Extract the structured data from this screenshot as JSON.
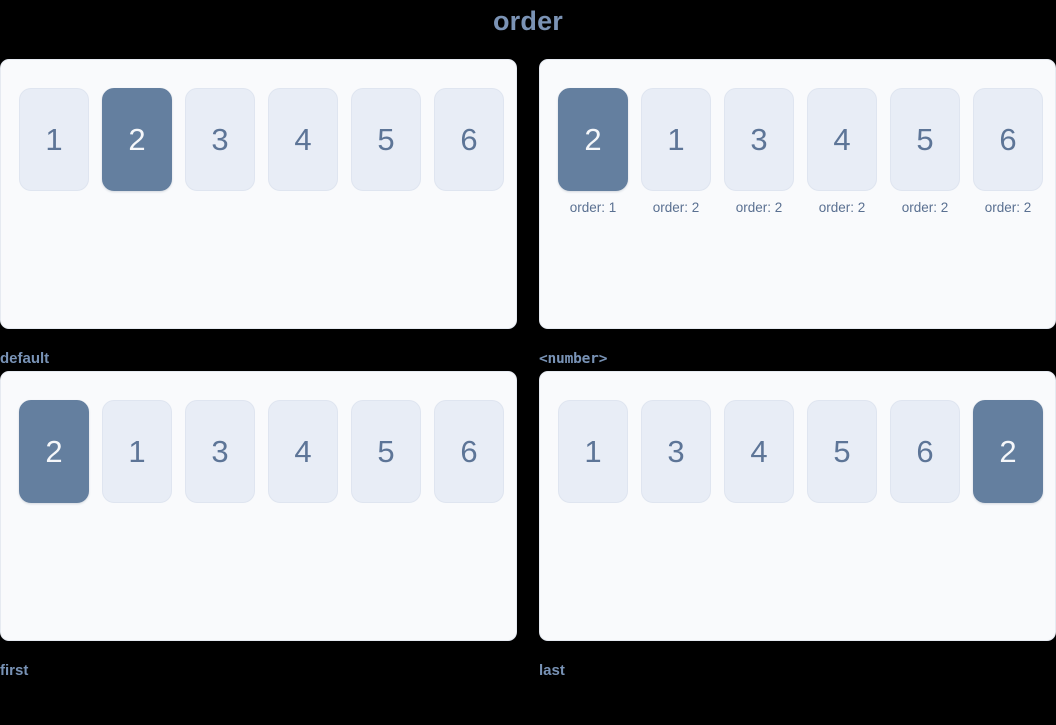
{
  "page": {
    "title": "order",
    "background_color": "#000000",
    "title_color": "#7b93b5"
  },
  "theme": {
    "panel_bg": "#f9fafc",
    "panel_border": "#e6eaf1",
    "box_bg": "#e8edf6",
    "box_border": "#dfe5f0",
    "box_text": "#5d7597",
    "highlight_bg": "#647f9f",
    "highlight_text": "#f5f7fa",
    "caption_color": "#5a7091",
    "label_color": "#7892b5"
  },
  "demos": [
    {
      "label": "default",
      "label_style": "text",
      "boxes": [
        {
          "value": "1",
          "highlight": false,
          "caption": ""
        },
        {
          "value": "2",
          "highlight": true,
          "caption": ""
        },
        {
          "value": "3",
          "highlight": false,
          "caption": ""
        },
        {
          "value": "4",
          "highlight": false,
          "caption": ""
        },
        {
          "value": "5",
          "highlight": false,
          "caption": ""
        },
        {
          "value": "6",
          "highlight": false,
          "caption": ""
        }
      ]
    },
    {
      "label": "<number>",
      "label_style": "code",
      "boxes": [
        {
          "value": "2",
          "highlight": true,
          "caption": "order: 1"
        },
        {
          "value": "1",
          "highlight": false,
          "caption": "order: 2"
        },
        {
          "value": "3",
          "highlight": false,
          "caption": "order: 2"
        },
        {
          "value": "4",
          "highlight": false,
          "caption": "order: 2"
        },
        {
          "value": "5",
          "highlight": false,
          "caption": "order: 2"
        },
        {
          "value": "6",
          "highlight": false,
          "caption": "order: 2"
        }
      ]
    },
    {
      "label": "first",
      "label_style": "text",
      "boxes": [
        {
          "value": "2",
          "highlight": true,
          "caption": ""
        },
        {
          "value": "1",
          "highlight": false,
          "caption": ""
        },
        {
          "value": "3",
          "highlight": false,
          "caption": ""
        },
        {
          "value": "4",
          "highlight": false,
          "caption": ""
        },
        {
          "value": "5",
          "highlight": false,
          "caption": ""
        },
        {
          "value": "6",
          "highlight": false,
          "caption": ""
        }
      ]
    },
    {
      "label": "last",
      "label_style": "text",
      "boxes": [
        {
          "value": "1",
          "highlight": false,
          "caption": ""
        },
        {
          "value": "3",
          "highlight": false,
          "caption": ""
        },
        {
          "value": "4",
          "highlight": false,
          "caption": ""
        },
        {
          "value": "5",
          "highlight": false,
          "caption": ""
        },
        {
          "value": "6",
          "highlight": false,
          "caption": ""
        },
        {
          "value": "2",
          "highlight": true,
          "caption": ""
        }
      ]
    }
  ]
}
